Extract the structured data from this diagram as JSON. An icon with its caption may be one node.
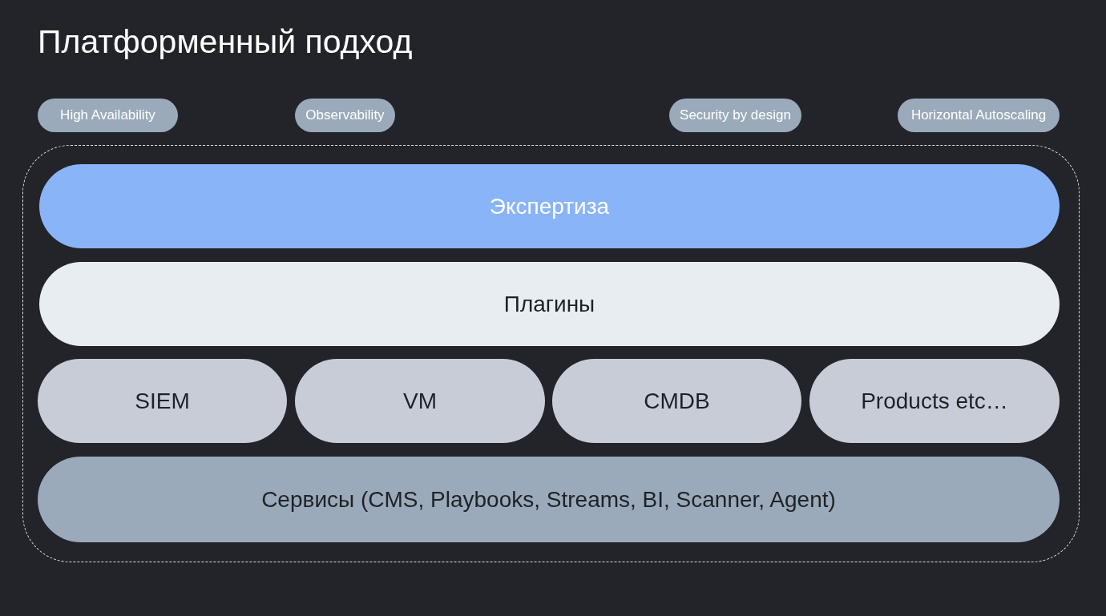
{
  "diagram": {
    "title": "Платформенный подход",
    "nodes": [
      {
        "text": [
          "High Availability"
        ]
      },
      {
        "text": [
          "Observability"
        ]
      },
      {
        "text": [
          "Security by design"
        ]
      },
      {
        "text": [
          "Horizontal Autoscaling"
        ]
      },
      {
        "text": [],
        "shape": "box"
      },
      {
        "text": [
          "Экспертиза"
        ],
        "in": 4
      },
      {
        "text": [
          "Плагины"
        ],
        "in": 4
      },
      {
        "text": [
          "SIEM"
        ],
        "in": 4
      },
      {
        "text": [
          "VM"
        ],
        "in": 4
      },
      {
        "text": [
          "CMDB"
        ],
        "in": 4
      },
      {
        "text": [
          "Products etc…"
        ],
        "in": 4
      },
      {
        "text": [
          "Сервисы (CMS, Playbooks, Streams, BI, Scanner, Agent)"
        ],
        "in": 4
      }
    ],
    "edges": []
  }
}
